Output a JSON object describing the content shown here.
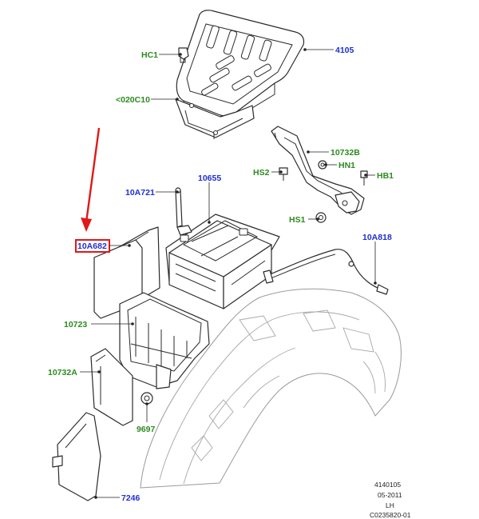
{
  "colors": {
    "label_blue": "#1f2fd0",
    "label_green": "#2d8a1f",
    "highlight_box": "#e01818",
    "arrow": "#e01818",
    "line": "#222222"
  },
  "labels": {
    "cover_4105": "4105",
    "hc1": "HC1",
    "bracket_020c10": "<020C10",
    "bracket_10732b": "10732B",
    "hs2": "HS2",
    "hn1": "HN1",
    "hb1": "HB1",
    "hs1": "HS1",
    "battery_10655": "10655",
    "clamp_10a721": "10A721",
    "insulator_10a682": "10A682",
    "cable_10a818": "10A818",
    "tray_10723": "10723",
    "shield_10732a": "10732A",
    "clip_9697": "9697",
    "splash_7246": "7246"
  },
  "stamp": {
    "line1": "4140105",
    "line2": "05-2011",
    "line3": "LH",
    "line4": "C0235820-01"
  }
}
